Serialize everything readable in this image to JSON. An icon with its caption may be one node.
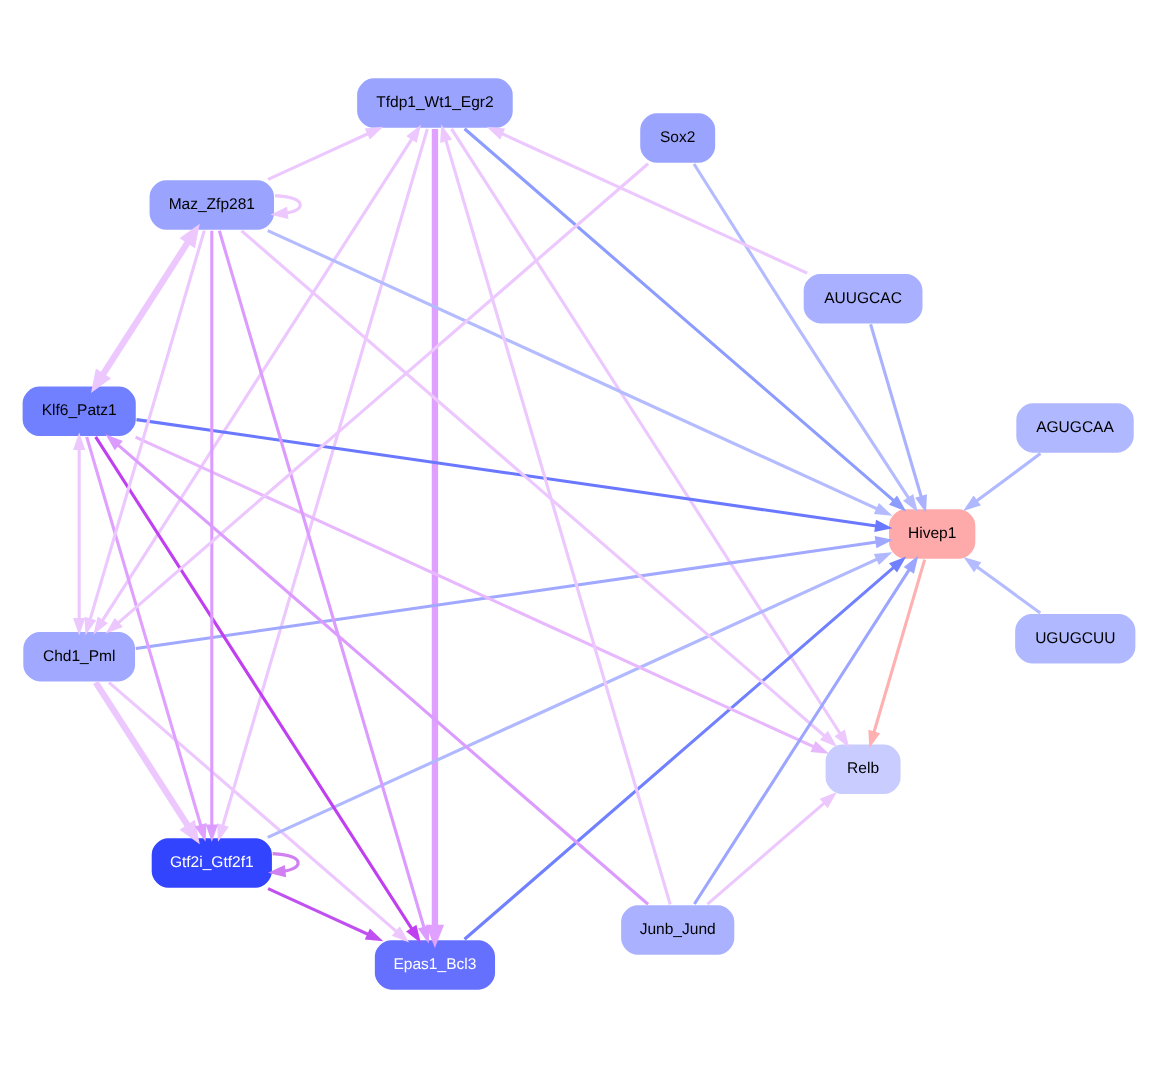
{
  "diagram": {
    "nodes": [
      {
        "text": [
          "Tfdp1_Wt1_Egr2"
        ]
      },
      {
        "text": [
          "Epas1_Bcl3"
        ]
      },
      {
        "text": [
          "Chd1_Pml"
        ]
      },
      {
        "text": [
          "Gtf2i_Gtf2f1"
        ]
      },
      {
        "text": [
          "Klf6_Patz1"
        ]
      },
      {
        "text": [
          "Relb"
        ]
      },
      {
        "text": [
          "Hivep1"
        ]
      },
      {
        "text": [
          "Maz_Zfp281"
        ]
      },
      {
        "text": [
          "UGUGCUU"
        ]
      },
      {
        "text": [
          "Sox2"
        ]
      },
      {
        "text": [
          "AGUGCAA"
        ]
      },
      {
        "text": [
          "Junb_Jund"
        ]
      },
      {
        "text": [
          "AUUGCAC"
        ]
      }
    ],
    "edges": [
      {
        "from": 0,
        "to": 6,
        "arrow": "to",
        "color": "#8c9cff"
      },
      {
        "from": 1,
        "to": 6,
        "arrow": "to",
        "color": "#7080ff"
      },
      {
        "from": 2,
        "to": 6,
        "arrow": "to",
        "color": "#a0a8ff"
      },
      {
        "from": 3,
        "to": 6,
        "arrow": "to",
        "color": "#b0b8ff"
      },
      {
        "from": 4,
        "to": 6,
        "arrow": "to",
        "color": "#6a78ff"
      },
      {
        "from": 7,
        "to": 6,
        "arrow": "to",
        "color": "#b4bcff"
      },
      {
        "from": 8,
        "to": 6,
        "arrow": "to",
        "color": "#b4bcff"
      },
      {
        "from": 9,
        "to": 6,
        "arrow": "to",
        "color": "#b4bcff"
      },
      {
        "from": 10,
        "to": 6,
        "arrow": "to",
        "color": "#b0b8ff"
      },
      {
        "from": 11,
        "to": 6,
        "arrow": "to",
        "color": "#9ca6ff"
      },
      {
        "from": 12,
        "to": 6,
        "arrow": "to",
        "color": "#aab2ff"
      },
      {
        "from": 6,
        "to": 5,
        "arrow": "to",
        "color": "#ffb0b0"
      },
      {
        "from": 4,
        "to": 1,
        "arrow": "to",
        "color": "#c040f0"
      },
      {
        "from": 3,
        "to": 1,
        "arrow": "to",
        "color": "#c050f0"
      },
      {
        "from": 3,
        "to": 3,
        "arrow": "to",
        "color": "#d080f0"
      },
      {
        "from": 0,
        "to": 1,
        "arrow": "to",
        "style": "thick",
        "color": "#e0a0ff"
      },
      {
        "from": 0,
        "to": 3,
        "arrow": "to"
      },
      {
        "from": 0,
        "to": 5,
        "arrow": "to"
      },
      {
        "from": 2,
        "to": 3,
        "arrow": "to",
        "style": "thick"
      },
      {
        "from": 2,
        "to": 1,
        "arrow": "to"
      },
      {
        "from": 4,
        "to": 3,
        "arrow": "to",
        "color": "#e0a0ff"
      },
      {
        "from": 4,
        "to": 5,
        "arrow": "to",
        "color": "#e8b8ff"
      },
      {
        "from": 7,
        "to": 3,
        "arrow": "to",
        "color": "#dc9cff"
      },
      {
        "from": 7,
        "to": 1,
        "arrow": "to",
        "color": "#dc9cff"
      },
      {
        "from": 7,
        "to": 5,
        "arrow": "to"
      },
      {
        "from": 7,
        "to": 7,
        "arrow": "to"
      },
      {
        "from": 0,
        "to": 2,
        "arrow": "both"
      },
      {
        "from": 2,
        "to": 4,
        "arrow": "both"
      },
      {
        "from": 4,
        "to": 7,
        "arrow": "both",
        "style": "thick"
      },
      {
        "from": 7,
        "to": 2,
        "arrow": "to"
      },
      {
        "from": 7,
        "to": 0,
        "arrow": "to"
      },
      {
        "from": 11,
        "to": 4,
        "arrow": "to",
        "color": "#dc9cff"
      },
      {
        "from": 11,
        "to": 0,
        "arrow": "to"
      },
      {
        "from": 11,
        "to": 5,
        "arrow": "to"
      },
      {
        "from": 12,
        "to": 0,
        "arrow": "to"
      },
      {
        "from": 9,
        "to": 2,
        "arrow": "to"
      }
    ]
  }
}
